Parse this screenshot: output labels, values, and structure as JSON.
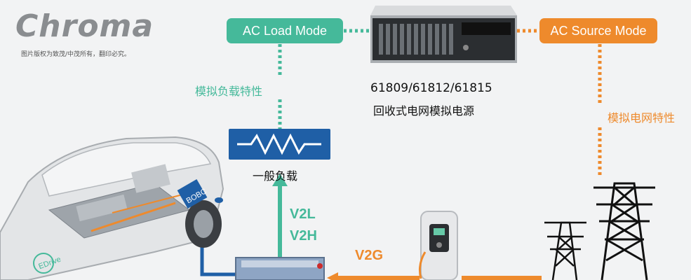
{
  "logo": {
    "brand": "Chroma",
    "notice": "图片版权为致茂/中茂所有，翻印必究。"
  },
  "modes": {
    "ac_load": "AC Load Mode",
    "ac_source": "AC Source Mode"
  },
  "labels": {
    "load_characteristics": "模拟负载特性",
    "grid_characteristics": "模拟电网特性",
    "general_load": "一般负载"
  },
  "device": {
    "models": "61809/61812/61815",
    "description": "回收式电网模拟电源"
  },
  "flows": {
    "v2l": "V2L",
    "v2h": "V2H",
    "v2g": "V2G"
  },
  "car": {
    "bobc": "BOBC",
    "badge": "EDrive"
  },
  "colors": {
    "teal": "#45b99a",
    "orange": "#ee8a2c",
    "blue": "#1f5fa6"
  }
}
